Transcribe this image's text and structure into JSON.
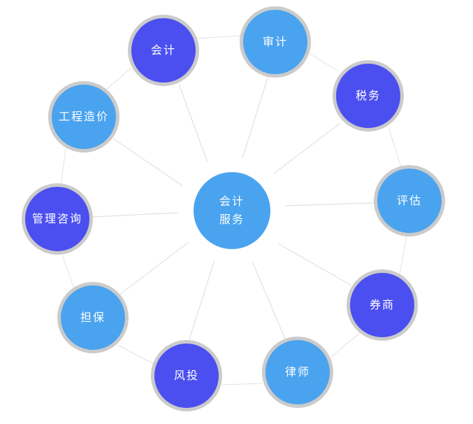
{
  "center": {
    "line1": "会计",
    "line2": "服务"
  },
  "nodes": [
    {
      "id": "audit",
      "label": "审计",
      "color": "#4aa3ef"
    },
    {
      "id": "tax",
      "label": "税务",
      "color": "#4b4ff0"
    },
    {
      "id": "valuation",
      "label": "评估",
      "color": "#4aa3ef"
    },
    {
      "id": "brokerage",
      "label": "券商",
      "color": "#4b4ff0"
    },
    {
      "id": "lawyer",
      "label": "律师",
      "color": "#4aa3ef"
    },
    {
      "id": "venture",
      "label": "风投",
      "color": "#4b4ff0"
    },
    {
      "id": "guarantee",
      "label": "担保",
      "color": "#4aa3ef"
    },
    {
      "id": "consulting",
      "label": "管理咨询",
      "color": "#4b4ff0"
    },
    {
      "id": "costing",
      "label": "工程造价",
      "color": "#4aa3ef"
    },
    {
      "id": "accounting",
      "label": "会计",
      "color": "#4b4ff0"
    }
  ],
  "colors": {
    "light": "#4aa3ef",
    "dark": "#4b4ff0",
    "ring": "#cbcbcb",
    "line": "#dddddd"
  }
}
